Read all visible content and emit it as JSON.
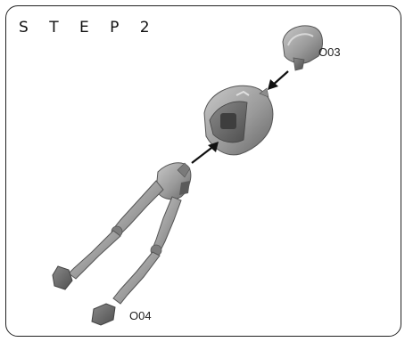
{
  "step": {
    "title": "S T E P  2"
  },
  "parts": {
    "top_label": "O03",
    "bottom_label": "O04"
  },
  "colors": {
    "part_fill": "#9b9b9b",
    "part_dark": "#5e5e5e",
    "part_light": "#c4c4c4",
    "frame": "#222222",
    "arrow": "#111111"
  }
}
